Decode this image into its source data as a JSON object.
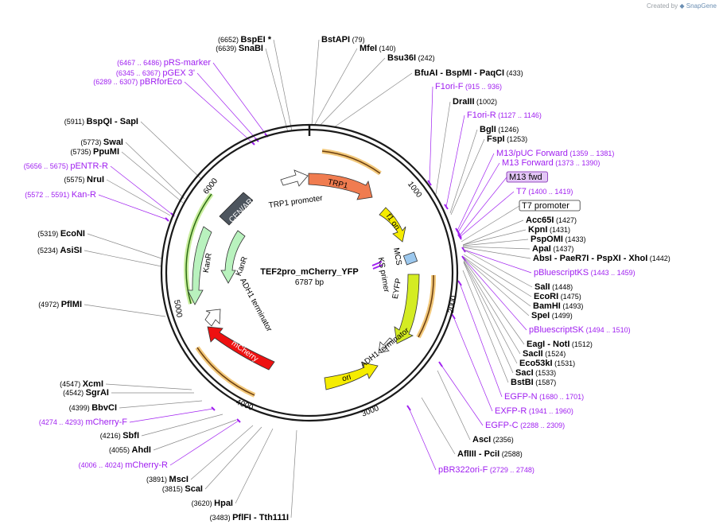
{
  "watermark": {
    "prefix": "Created by",
    "brand": "SnapGene"
  },
  "plasmid": {
    "name": "TEF2pro_mCherry_YFP",
    "length_label": "6787 bp",
    "length": 6787
  },
  "ticks": [
    "1000",
    "2000",
    "3000",
    "4000",
    "5000",
    "6000"
  ],
  "features": [
    {
      "label": "TRP1",
      "kind": "arrow",
      "color": "#f07c50"
    },
    {
      "label": "f1 ori",
      "kind": "arrow",
      "color": "#f5ec00"
    },
    {
      "label": "MCS",
      "kind": "box",
      "color": "#9cc8ee"
    },
    {
      "label": "EYFP",
      "kind": "arrow",
      "color": "#d4ec23"
    },
    {
      "label": "ori",
      "kind": "arrow",
      "color": "#f5ec00"
    },
    {
      "label": "mCherry",
      "kind": "arrow",
      "color": "#ee1111"
    },
    {
      "label": "KanR",
      "kind": "arrow",
      "color": "#b9f2be"
    },
    {
      "label": "KanR",
      "kind": "arrow",
      "color": "#b9f2be"
    },
    {
      "label": "CEN/ARS",
      "kind": "box",
      "color": "#4d555e"
    },
    {
      "label": "TRP1 promoter",
      "kind": "arrow",
      "color": "#ffffff"
    },
    {
      "label": "ADH1 terminator",
      "kind": "arrow",
      "color": "#ffffff"
    },
    {
      "label": "ADH1 terminator",
      "kind": "arrow",
      "color": "#ffffff"
    },
    {
      "label": "KS primer",
      "kind": "primer",
      "color": "#a020f0"
    }
  ],
  "sites_left": [
    {
      "pos": "(6652)",
      "name": "BspEI  *",
      "primer": false
    },
    {
      "pos": "(6639)",
      "name": "SnaBI",
      "primer": false
    },
    {
      "pos": "(6467 .. 6486)",
      "name": "pRS-marker",
      "primer": true
    },
    {
      "pos": "(6345 .. 6367)",
      "name": "pGEX 3'",
      "primer": true
    },
    {
      "pos": "(6289 .. 6307)",
      "name": "pBRforEco",
      "primer": true
    },
    {
      "pos": "(5911)",
      "name": "BspQI  - SapI",
      "primer": false
    },
    {
      "pos": "(5773)",
      "name": "SwaI",
      "primer": false
    },
    {
      "pos": "(5735)",
      "name": "PpuMI",
      "primer": false
    },
    {
      "pos": "(5656 .. 5675)",
      "name": "pENTR-R",
      "primer": true
    },
    {
      "pos": "(5575)",
      "name": "NruI",
      "primer": false
    },
    {
      "pos": "(5572 .. 5591)",
      "name": "Kan-R",
      "primer": true
    },
    {
      "pos": "(5319)",
      "name": "EcoNI",
      "primer": false
    },
    {
      "pos": "(5234)",
      "name": "AsiSI",
      "primer": false
    },
    {
      "pos": "(4972)",
      "name": "PflMI",
      "primer": false
    },
    {
      "pos": "(4547)",
      "name": "XcmI",
      "primer": false
    },
    {
      "pos": "(4542)",
      "name": "SgrAI",
      "primer": false
    },
    {
      "pos": "(4399)",
      "name": "BbvCI",
      "primer": false
    },
    {
      "pos": "(4274 .. 4293)",
      "name": "mCherry-F",
      "primer": true
    },
    {
      "pos": "(4216)",
      "name": "SbfI",
      "primer": false
    },
    {
      "pos": "(4055)",
      "name": "AhdI",
      "primer": false
    },
    {
      "pos": "(4006 .. 4024)",
      "name": "mCherry-R",
      "primer": true
    },
    {
      "pos": "(3891)",
      "name": "MscI",
      "primer": false
    },
    {
      "pos": "(3815)",
      "name": "ScaI",
      "primer": false
    },
    {
      "pos": "(3620)",
      "name": "HpaI",
      "primer": false
    },
    {
      "pos": "(3483)",
      "name": "PflFI  - Tth111I",
      "primer": false
    }
  ],
  "sites_right": [
    {
      "name": "BstAPI",
      "pos": "(79)",
      "primer": false
    },
    {
      "name": "MfeI",
      "pos": "(140)",
      "primer": false
    },
    {
      "name": "Bsu36I",
      "pos": "(242)",
      "primer": false
    },
    {
      "name": "BfuAI  - BspMI  - PaqCI",
      "pos": "(433)",
      "primer": false
    },
    {
      "name": "F1ori-F",
      "pos": "(915 .. 936)",
      "primer": true
    },
    {
      "name": "DraIII",
      "pos": "(1002)",
      "primer": false
    },
    {
      "name": "F1ori-R",
      "pos": "(1127 .. 1146)",
      "primer": true
    },
    {
      "name": "BglI",
      "pos": "(1246)",
      "primer": false
    },
    {
      "name": "FspI",
      "pos": "(1253)",
      "primer": false
    },
    {
      "name": "M13/pUC Forward",
      "pos": "(1359 .. 1381)",
      "primer": true
    },
    {
      "name": "M13 Forward",
      "pos": "(1373 .. 1390)",
      "primer": true
    },
    {
      "name": "M13 fwd",
      "pos": "",
      "primer": true,
      "boxed": "purple"
    },
    {
      "name": "T7",
      "pos": "(1400 .. 1419)",
      "primer": true
    },
    {
      "name": "T7 promoter",
      "pos": "",
      "primer": false,
      "boxed": "white"
    },
    {
      "name": "Acc65I",
      "pos": "(1427)",
      "primer": false
    },
    {
      "name": "KpnI",
      "pos": "(1431)",
      "primer": false
    },
    {
      "name": "PspOMI",
      "pos": "(1433)",
      "primer": false
    },
    {
      "name": "ApaI",
      "pos": "(1437)",
      "primer": false
    },
    {
      "name": "AbsI  - PaeR7I  - PspXI  - XhoI",
      "pos": "(1442)",
      "primer": false
    },
    {
      "name": "pBluescriptKS",
      "pos": "(1443 .. 1459)",
      "primer": true
    },
    {
      "name": "SalI",
      "pos": "(1448)",
      "primer": false
    },
    {
      "name": "EcoRI",
      "pos": "(1475)",
      "primer": false
    },
    {
      "name": "BamHI",
      "pos": "(1493)",
      "primer": false
    },
    {
      "name": "SpeI",
      "pos": "(1499)",
      "primer": false
    },
    {
      "name": "pBluescriptSK",
      "pos": "(1494 .. 1510)",
      "primer": true
    },
    {
      "name": "EagI  - NotI",
      "pos": "(1512)",
      "primer": false
    },
    {
      "name": "SacII",
      "pos": "(1524)",
      "primer": false
    },
    {
      "name": "Eco53kI",
      "pos": "(1531)",
      "primer": false
    },
    {
      "name": "SacI",
      "pos": "(1533)",
      "primer": false
    },
    {
      "name": "BstBI",
      "pos": "(1587)",
      "primer": false
    },
    {
      "name": "EGFP-N",
      "pos": "(1680 .. 1701)",
      "primer": true
    },
    {
      "name": "EXFP-R",
      "pos": "(1941 .. 1960)",
      "primer": true
    },
    {
      "name": "EGFP-C",
      "pos": "(2288 .. 2309)",
      "primer": true
    },
    {
      "name": "AscI",
      "pos": "(2356)",
      "primer": false
    },
    {
      "name": "AflIII  - PciI",
      "pos": "(2588)",
      "primer": false
    },
    {
      "name": "pBR322ori-F",
      "pos": "(2729 .. 2748)",
      "primer": true
    }
  ]
}
